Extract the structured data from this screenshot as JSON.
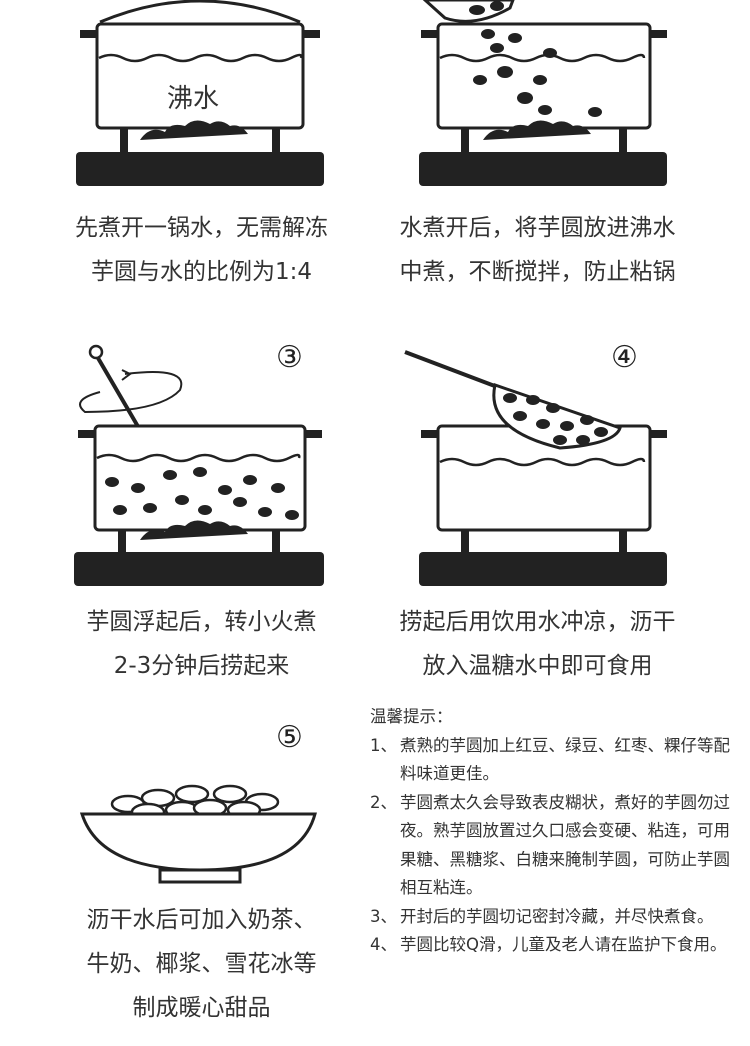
{
  "steps": [
    {
      "label_in_pot": "沸水",
      "caption_line1": "先煮开一锅水，无需解冻",
      "caption_line2": "芋圆与水的比例为1:4"
    },
    {
      "caption_line1": "水煮开后，将芋圆放进沸水",
      "caption_line2": "中煮，不断搅拌，防止粘锅"
    },
    {
      "number": "③",
      "caption_line1": "芋圆浮起后，转小火煮",
      "caption_line2": "2-3分钟后捞起来"
    },
    {
      "number": "④",
      "caption_line1": "捞起后用饮用水冲凉，沥干",
      "caption_line2": "放入温糖水中即可食用"
    },
    {
      "number": "⑤",
      "caption_line1": "沥干水后可加入奶茶、",
      "caption_line2": "牛奶、椰浆、雪花冰等",
      "caption_line3": "制成暖心甜品"
    }
  ],
  "tips": {
    "title": "温馨提示：",
    "items": [
      {
        "idx": "1、",
        "text": "煮熟的芋圆加上红豆、绿豆、红枣、粿仔等配料味道更佳。"
      },
      {
        "idx": "2、",
        "text": "芋圆煮太久会导致表皮糊状，煮好的芋圆勿过夜。熟芋圆放置过久口感会变硬、粘连，可用果糖、黑糖浆、白糖来腌制芋圆，可防止芋圆相互粘连。"
      },
      {
        "idx": "3、",
        "text": "开封后的芋圆切记密封冷藏，并尽快煮食。"
      },
      {
        "idx": "4、",
        "text": "芋圆比较Q滑，儿童及老人请在监护下食用。"
      }
    ]
  }
}
